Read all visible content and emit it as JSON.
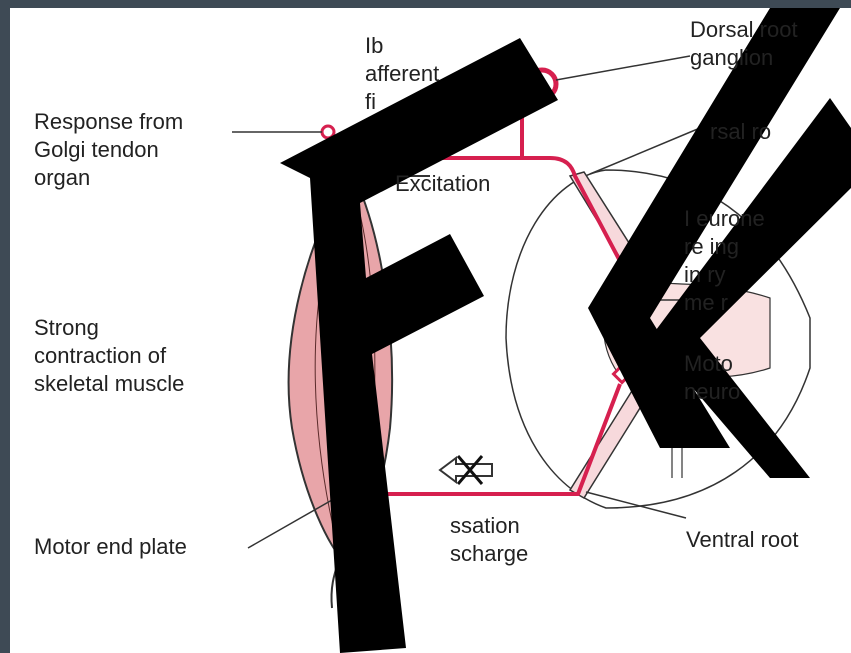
{
  "colors": {
    "frame": "#3e4a55",
    "background": "#ffffff",
    "nerve": "#d6204f",
    "muscle_fill": "#e8a5a9",
    "grey_matter_tint": "#f9e1e1",
    "outline": "#333333",
    "overlay": "#000000"
  },
  "labels": {
    "ib_afferent": "Ib\nafferent\nfi",
    "response_golgi": "Response from\nGolgi tendon\norgan",
    "dorsal_root_ganglion": "Dorsal root\nganglion",
    "dorsal_root": "rsal ro",
    "excitation": "Excitation",
    "interneurone": "I eurone\nre ing\nin ry\nme r",
    "strong_contraction": "Strong\ncontraction of\nskeletal muscle",
    "motor_neurone": "Moto\nneuro",
    "motor_end_plate": "Motor end plate",
    "cessation_discharge": "ssation\nscharge",
    "ventral_root": "Ventral root"
  },
  "overlay_text": "FK"
}
